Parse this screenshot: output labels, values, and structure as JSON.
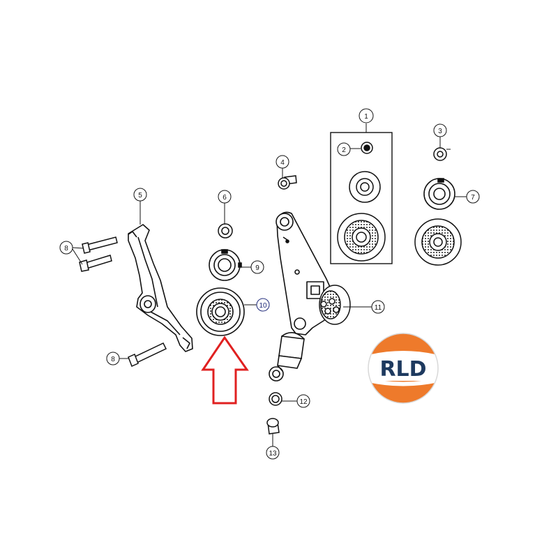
{
  "diagram": {
    "callouts": [
      {
        "id": 1,
        "label": "1"
      },
      {
        "id": 2,
        "label": "2"
      },
      {
        "id": 3,
        "label": "3"
      },
      {
        "id": 4,
        "label": "4"
      },
      {
        "id": 5,
        "label": "5"
      },
      {
        "id": 6,
        "label": "6"
      },
      {
        "id": 7,
        "label": "7"
      },
      {
        "id": 8,
        "label": "8"
      },
      {
        "id": 9,
        "label": "9"
      },
      {
        "id": 10,
        "label": "10",
        "highlighted": true
      },
      {
        "id": 11,
        "label": "11"
      },
      {
        "id": 12,
        "label": "12"
      },
      {
        "id": 13,
        "label": "13"
      }
    ],
    "highlighted_part": "10",
    "arrow_color": "#e02020"
  },
  "logo": {
    "text": "RLD",
    "colors": {
      "top": "#ee7a2b",
      "middle": "#ffffff",
      "bottom": "#ee7a2b",
      "text": "#1e3a5f"
    }
  }
}
